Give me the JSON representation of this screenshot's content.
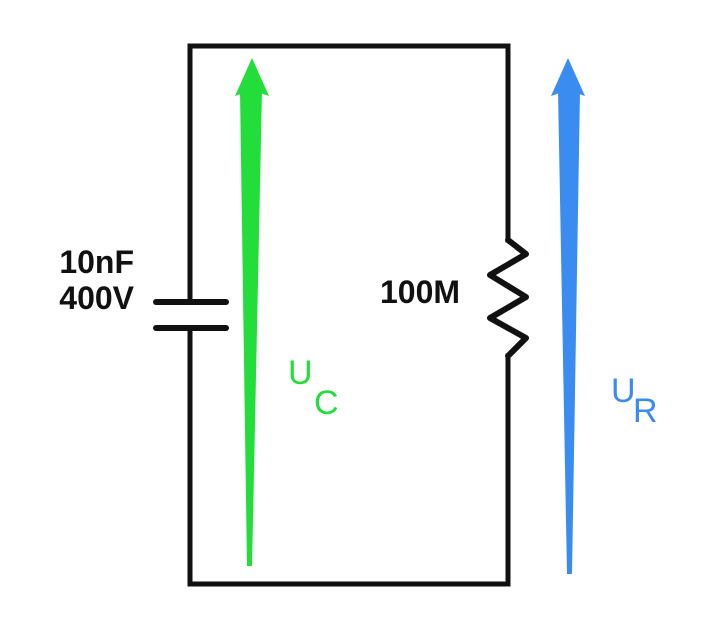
{
  "capacitor": {
    "capacitance": "10nF",
    "voltage_rating": "400V"
  },
  "resistor": {
    "resistance": "100M"
  },
  "voltage_capacitor": {
    "symbol": "U",
    "subscript": "C"
  },
  "voltage_resistor": {
    "symbol": "U",
    "subscript": "R"
  },
  "colors": {
    "wire": "#111111",
    "capacitor_arrow": "#22dd3a",
    "resistor_arrow": "#3a8cf0"
  }
}
